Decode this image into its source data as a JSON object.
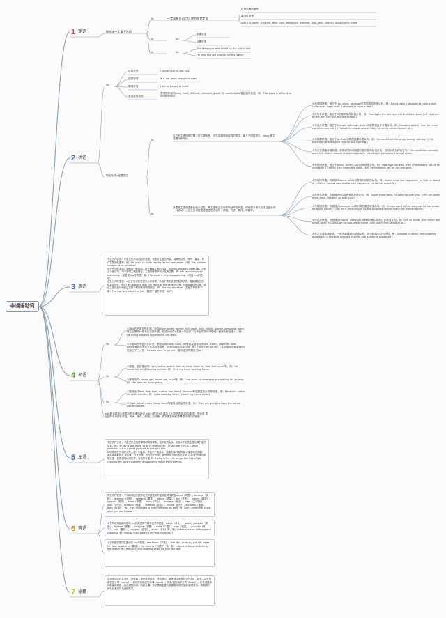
{
  "root": "非谓语动词",
  "colors": {
    "accent_red": "#e8473d",
    "line": "#8aa0b3",
    "blue_num": "#3c6db1",
    "green_num": "#55a13c",
    "orange_num": "#e38b2b",
    "yellow_num": "#e6b51f"
  },
  "b1": {
    "num": "1",
    "label": "定语",
    "sub": "能修饰一定量个名词",
    "k1": "Sb",
    "k2": "Sb",
    "k3": "Sb",
    "c1": "一定要有名词之后 称为前置定语",
    "c1_a": "自带后面所跟配",
    "c1_b": "单词性语搭",
    "c1_c": "抽象名词 ability, chance, idea, right, existence, attempt, plan, way, reason, opportunity, time",
    "c2_k": "Sb",
    "c2_a": "前置定语",
    "c2_b": "后置定语",
    "c3_k": "Sb",
    "c3_a": "The stolen car was found by the police last.",
    "c3_b": "He likes the girl brought by his father."
  },
  "b2": {
    "num": "2",
    "label": "状语",
    "k_sb": "Sb",
    "rows": [
      {
        "name": "目的状语",
        "text": "I come here to see you."
      },
      {
        "name": "结果状语",
        "text": "it is not good enough to pass."
      },
      {
        "name": "原因状语",
        "text": "I am so happy to meet"
      },
      {
        "name": "表语化的状语",
        "text": "表语的形容词easy, hard, difficult, pleasant, good, fit, comfortable等后面作状语。例：This book is difficult to understand."
      }
    ],
    "mid": "现在分词一定要能否",
    "s1": "与它不主语构成逻辑上的主谓关系，与它中谓语动作同时发生，能几乎同时发生，dang 是主语是动作动作。",
    "s2": "其逻辑主语谓语是比较于过去，其主语是过去动作的动作的状态，时间的未来先在于过去分词一（被动）。过去分词短语或语语形式语句，原因，方式，条件，伴随等。",
    "r": [
      "①作原因状语。相当于 as, since, because引导的原因状语从句。例：Being tired, I stopped to have a rest. (=Because I was tired, I stopped to have a rest.)",
      "②作条件状语。相当于if引导的条件状语从句。例：Turning to the left, you will find the school. (=If you turn to the left, you will find the school.)",
      "③作让步状语。相当于though, although, even if 引导的让步状语从句。例：Knowing where I live, he never comes to see me. (=Though he knows where I live, he never comes to see me.)",
      "④作结果状语。相当于so that 引导的结果状语从句。例：He turned off the lamp, seeing nothing. (=He turned off the lamp so that he saw nothing.)",
      "⑤作方式或者伴随状语。说明说明分词就等于趁时候为状语从句，但可以作为并列分句。The condition mentally occurs in elderly people and is irreparable, resulting in permanent loss of vision.",
      "⑥作时间状语。相当于when, while引导的时间状语从句。例：Hearing the news, they immediately set off for Shanghai. (=When they heard the news, they immediately set off for Shanghai.)",
      "①作时间状语。可转换为when, while引导的时间状语从句。例：Asked what had happened, he told us about it. (=When he was asked what had happened, he told us about it.)",
      "②作条件状语。可转换为if引导的条件状语从句。例：Given more time, I'll catch up with you. (=If I am given more time, I'll catch up with you.)",
      "③作原因状语。可转换为because, as等引导的原因状语从句。例：Encouraged by the progress he has made, he works harder. (=As he is encouraged by the progress he has made, he works harder.)",
      "④作让步状语。可转换为though, although, even if等引导的让步状语从句。例：Left at home, John didn't feel afraid at all. (=Although he was left at home, John didn't feel afraid at all.)",
      "⑤作方式或伴随状语。一般不能转换为状语从句，但可转换为并列分句。例：Dressed in white, she suddenly appeared. (=She was dressed in white and suddenly appeared.)"
    ]
  },
  "b3": {
    "num": "3",
    "label": "表语",
    "text": "不定式作表语：不定式在系动词后作表语，可表示主语的内容、将来的动作、命令、建议、条件发展的结果等。例：His job is to invite reports for the newspaper.（例）The problem remains to be unsettled.\n现在分词作表语：①相当于形容词，用于解释主语的内容，表语和主语常常可以互换位置。②相当于形容词，用于说明主语的特征，主语能够是不可以互换位置。例：My favorite sport is swimming.（动名词 ing作表语）例：The result is very disappointing.（动词 ing作表语）\n过去分词作表语：①过去分词作表语多为形容词，系用于表达主语所处的状态，并强调动作的结果及特征。例：I am pleased with the result of the experiment. ②强调被动的过程，表示主语在被动地在过去某个时间被动作所施加。例：The cup is broken.（是被打碎的杯子）例：The cup was broken by Jim.（强调了'被打碎'这一动作）"
  },
  "b4": {
    "num": "4",
    "label": "补语",
    "k1": "Sb",
    "k2": "Sb",
    "k3": "Sb",
    "g1": "①用to的不定式作补语，动词allow, order, permit, tell, want, wish, forbid, advise, persuade, warn等之后跟带to的不定式作补语。形式为动词+宾语+不定式（与不定式或动词短语一起作为补足语），例：He didn't allow us to smoke in his room.",
    "g2": "②不带to的不定式作补语，使役动词make, have, let等以及感官动词see, watch, observe, hear, notice等后的不定式作宾补不带to，但被动结构时要加to。例：I saw him go out.（主动语态时要省略to）他走出了门。例：He was seen to go out.（被动语态时要补充to）",
    "g3": "①感官、使役等动词：see, notice, watch, look at, hear, listen to, find, feel, smell等。例：He heard the wind blowing outside. 例：I felt my heart beating faster.",
    "g4": "②使役动词：keep, get, leave, set, have等。例：I am sorry to have kept you waiting for so long. 例：Her joke set us laughing.",
    "g5": "①感官动词feel, find, hear, notice, see, smell, observe等后跟过去分词作补语。例：He didn't notice his wallet stolen. 例：I was sleeping when I heard my name called.",
    "g6": "②与get, have, make, keep, leave等使役动词后作补语。例：They are going to have the house painted white.",
    "note": "with复合结构中作宾补的非谓语动词 with+宾语+非谓语（介词短语/形容词/副词）作状语 复合结构中作宾补原因、时间、条件、伴随、方式等，宾补更多的和带谓语动词介词短语"
  },
  "b5": {
    "num": "5",
    "label": "主语",
    "text": "不定式作主语：不定式作主语时谓语动词用单数；若不定式太长，则用it作形式主语而将不定式后置。例：To say is one thing; to do is another. 例：To talk with him is a great pleasure. = It is a great pleasure to talk with him.\n动词的现在分词形式作主语：①直接、多表示一般意义、抽象的动作或状态 ②谓语动词的数：通常用单数形式 ③位置：在于句首，也可在于句末，此时用形式it作形式主语 它动词+ing的逻辑主语：若是谓语动词形式，有动所有格 例：Living in the city brings him lots of job chances. 例：Jack's suddenly disappearing made them worried."
  },
  "b6": {
    "num": "6",
    "label": "宾语",
    "t1": "不定式作宾语：下列动词后只跟不定式作宾语而不能动名词作宾语agree（同意），arrange（安排），attempt（企图），demand（要求），desire（渴望），fail（失败），expect（期望），happen（碰巧），hope（希望），learn（学会），manage（设法），offer（主动提出），plan（计划），pretend（假装），promise（答应），refuse（拒绝），threaten（威胁），wish（希望）。例：They managed to finish the work on time. 例：Don't pretend to know what you don't know.",
    "t2": "①下列动词后接动名词 ing作宾语而不接不定式作宾语：admit（承认），avoid，consider（考虑），escape（逃脱），imagine（想象），mind（介意），miss（错过），practice（练习），risk（冒险），suggest（建议），enjoy（喜欢）等。例：I often practice listening and speaking. 例：Do you mind passing me that dictionary?",
    "t3": "②下列短语或词汇虚动词 ing作宾语：can't help（不禁），feel like，give up，put off，object to，look forward to（期待），be used to（习惯于）等。例：I object to being scolded for the matter. 例：We can't help laughing when we hear the joke."
  },
  "b7": {
    "num": "7",
    "label": "秘籍",
    "text": "非谓语动词作定语时，其逻辑主语是被修饰词；作状语时，其逻辑主语是句子的主语。若是主动关系用现在分词（doing），被动关系用过去分词（done），将来/目的用不定式（to do）。在非谓语动词前使用判断：找出谓语动词，判断主谓，分析逻辑主语与非谓语动词的主动/被动关系，再根据时间先后来选择合适的形式。"
  }
}
